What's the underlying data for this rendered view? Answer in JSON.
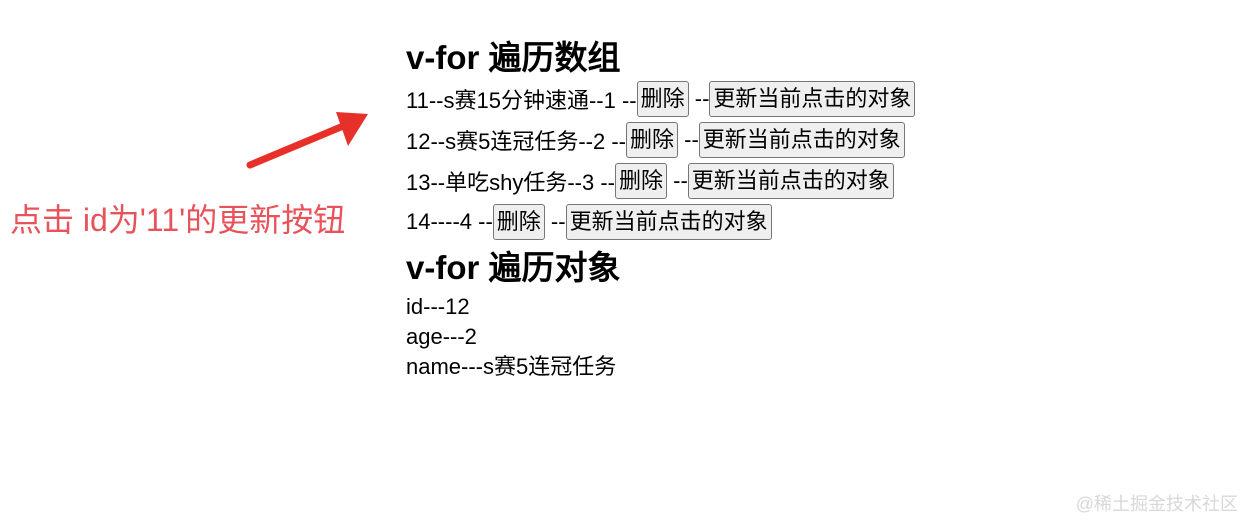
{
  "array_section": {
    "heading": "v-for 遍历数组",
    "delete_label": "删除",
    "update_label": "更新当前点击的对象",
    "separator": " --",
    "items": [
      {
        "prefix": "11--s赛15分钟速通--1 --"
      },
      {
        "prefix": "12--s赛5连冠任务--2 --"
      },
      {
        "prefix": "13--单吃shy任务--3 --"
      },
      {
        "prefix": "14----4 --"
      }
    ]
  },
  "object_section": {
    "heading": "v-for 遍历对象",
    "lines": [
      "id---12",
      "age---2",
      "name---s赛5连冠任务"
    ]
  },
  "annotation": {
    "text": "点击 id为'11'的更新按钮",
    "color": "#e8525a"
  },
  "watermark": "@稀土掘金技术社区"
}
